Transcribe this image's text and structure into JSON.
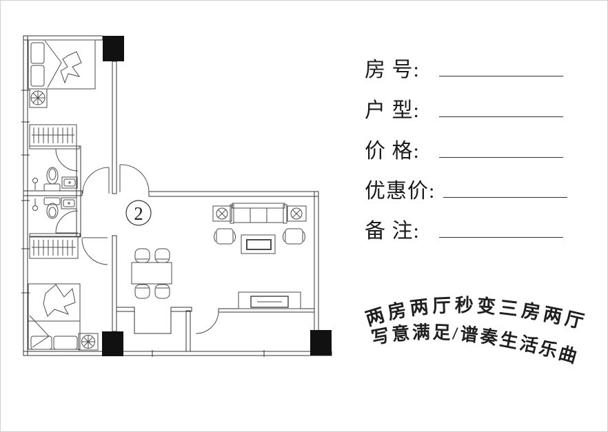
{
  "plan": {
    "unit_label": "2"
  },
  "form": {
    "rows": [
      {
        "key": "room-number",
        "label": "房 号:",
        "value": ""
      },
      {
        "key": "unit-type",
        "label": "户 型:",
        "value": ""
      },
      {
        "key": "price",
        "label": "价 格:",
        "value": ""
      },
      {
        "key": "discount-price",
        "label": "优惠价:",
        "value": ""
      },
      {
        "key": "remarks",
        "label": "备 注:",
        "value": ""
      }
    ]
  },
  "tagline": {
    "line1": "两房两厅秒变三房两厅",
    "line2": "写意满足/谱奏生活乐曲"
  },
  "colors": {
    "background": "#ffffff",
    "wall_line": "#333333",
    "furniture_line": "#4a4a4a",
    "column_fill": "#111111",
    "text": "#1b1b1b"
  }
}
